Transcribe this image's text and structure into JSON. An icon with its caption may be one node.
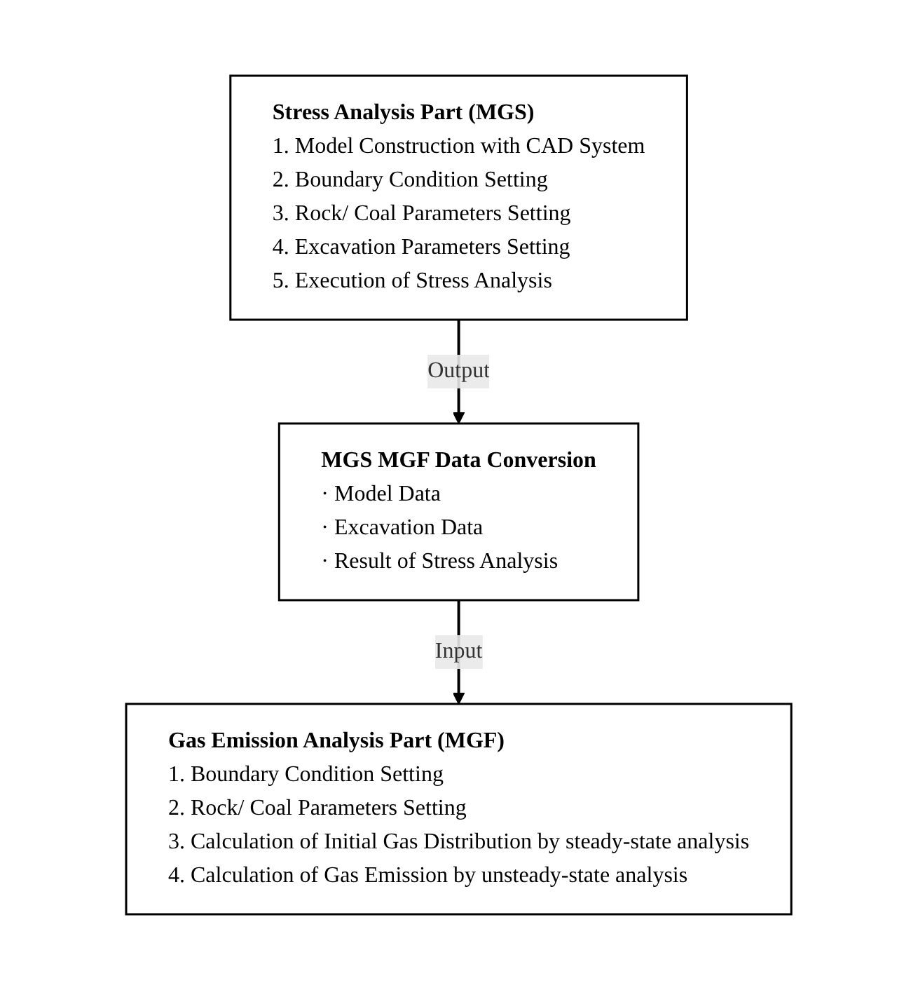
{
  "diagram": {
    "nodes": [
      {
        "text": [
          "Stress Analysis Part (MGS)",
          "1. Model Construction with CAD System",
          "2. Boundary Condition Setting",
          "3. Rock/ Coal Parameters Setting",
          "4. Excavation Parameters Setting",
          "5. Execution of Stress Analysis"
        ]
      },
      {
        "text": [
          "MGS MGF Data Conversion",
          "· Model Data",
          "· Excavation Data",
          "· Result of Stress Analysis"
        ]
      },
      {
        "text": [
          "Gas Emission Analysis Part (MGF)",
          "1. Boundary Condition Setting",
          "2. Rock/ Coal Parameters Setting",
          "3. Calculation of Initial Gas Distribution by steady-state analysis",
          "4. Calculation of Gas Emission by unsteady-state analysis"
        ]
      }
    ],
    "edges": [
      {
        "from": 0,
        "to": 1,
        "arrow": "to",
        "label": "Output"
      },
      {
        "from": 1,
        "to": 2,
        "arrow": "to",
        "label": "Input"
      }
    ]
  }
}
